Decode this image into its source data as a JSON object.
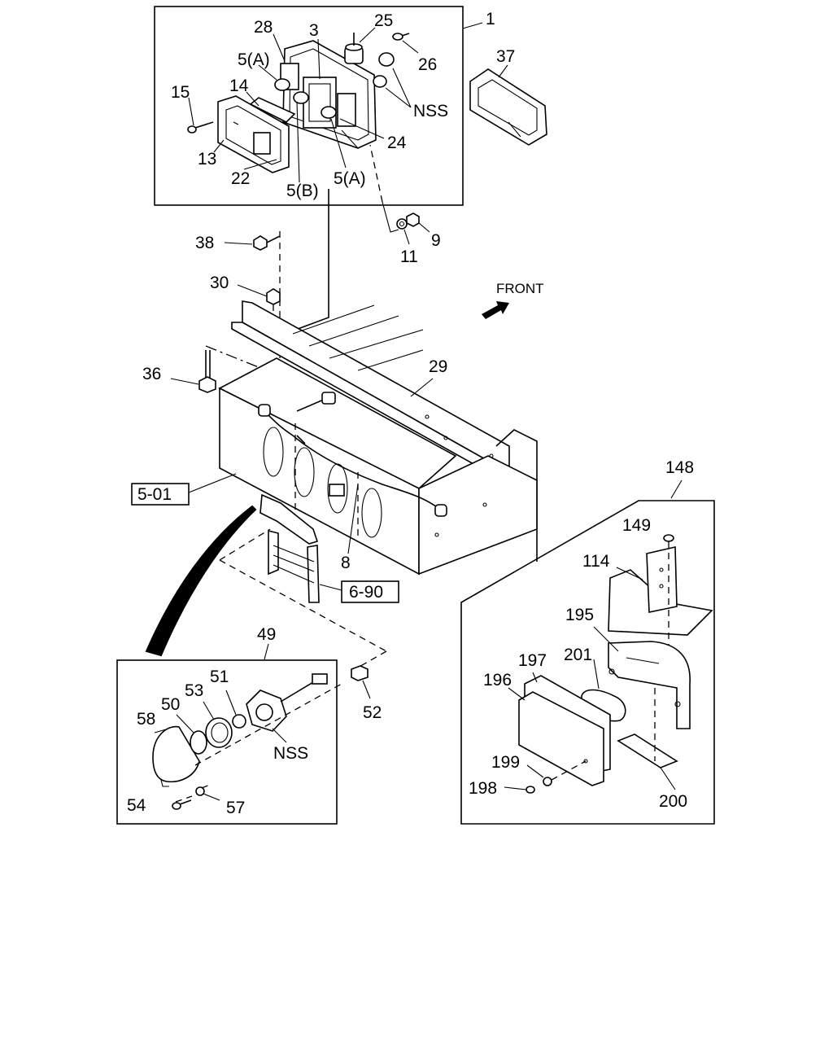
{
  "direction_label": "FRONT",
  "callouts": {
    "c1": "1",
    "c3": "3",
    "c5a_top": "5(A)",
    "c5a_bottom": "5(A)",
    "c5b": "5(B)",
    "c8": "8",
    "c9": "9",
    "c11": "11",
    "c13": "13",
    "c14": "14",
    "c15": "15",
    "c22": "22",
    "c24": "24",
    "c25": "25",
    "c26": "26",
    "c28": "28",
    "c29": "29",
    "c30": "30",
    "c36": "36",
    "c37": "37",
    "c38": "38",
    "c49": "49",
    "c50": "50",
    "c51": "51",
    "c52": "52",
    "c53": "53",
    "c54": "54",
    "c57": "57",
    "c58": "58",
    "c114": "114",
    "c148": "148",
    "c149": "149",
    "c195": "195",
    "c196": "196",
    "c197": "197",
    "c198": "198",
    "c199": "199",
    "c200": "200",
    "c201": "201",
    "nss_top": "NSS",
    "nss_bottom": "NSS"
  },
  "references": {
    "ref_5_01": "5-01",
    "ref_6_90": "6-90"
  }
}
